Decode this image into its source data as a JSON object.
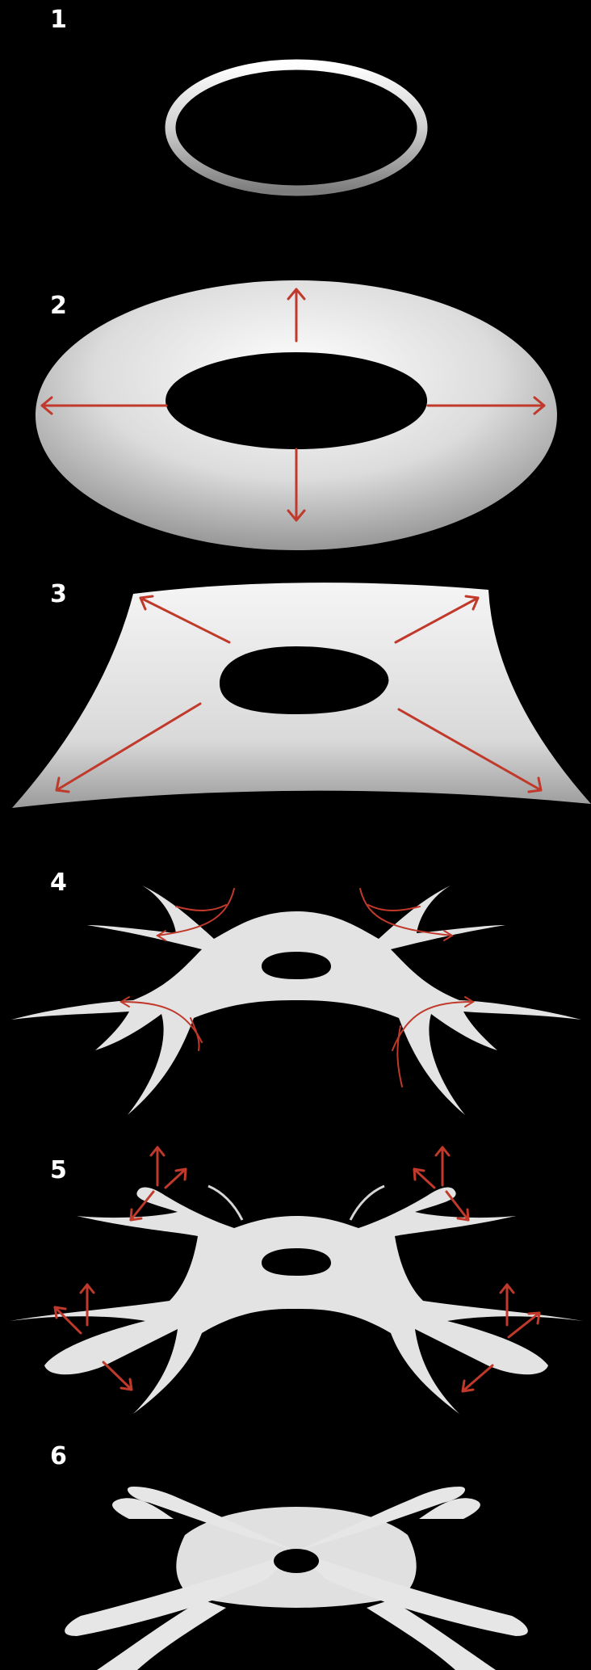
{
  "diagram": {
    "background_color": "#000000",
    "arrow_color": "#c0392b",
    "surface_color": "#e6e6e6",
    "steps": [
      {
        "number": "1"
      },
      {
        "number": "2"
      },
      {
        "number": "3"
      },
      {
        "number": "4"
      },
      {
        "number": "5"
      },
      {
        "number": "6"
      }
    ]
  }
}
